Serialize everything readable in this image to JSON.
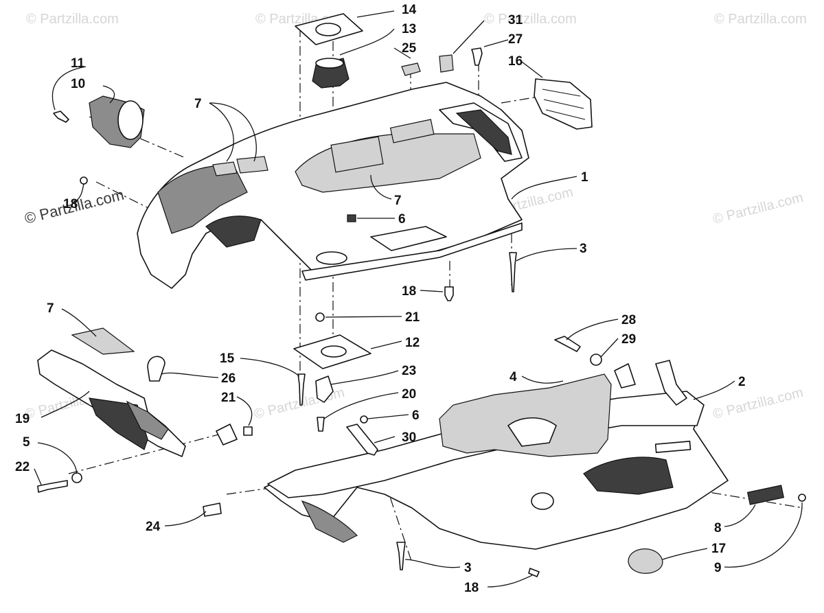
{
  "watermark_text": "© Partzilla.com",
  "watermark_repeat": "© Partzilla.com",
  "callouts": [
    {
      "id": "c1",
      "label": "1"
    },
    {
      "id": "c2",
      "label": "2"
    },
    {
      "id": "c3a",
      "label": "3"
    },
    {
      "id": "c3b",
      "label": "3"
    },
    {
      "id": "c4",
      "label": "4"
    },
    {
      "id": "c5",
      "label": "5"
    },
    {
      "id": "c6a",
      "label": "6"
    },
    {
      "id": "c6b",
      "label": "6"
    },
    {
      "id": "c7a",
      "label": "7"
    },
    {
      "id": "c7b",
      "label": "7"
    },
    {
      "id": "c7c",
      "label": "7"
    },
    {
      "id": "c8",
      "label": "8"
    },
    {
      "id": "c9",
      "label": "9"
    },
    {
      "id": "c10",
      "label": "10"
    },
    {
      "id": "c11",
      "label": "11"
    },
    {
      "id": "c12",
      "label": "12"
    },
    {
      "id": "c13",
      "label": "13"
    },
    {
      "id": "c14",
      "label": "14"
    },
    {
      "id": "c15",
      "label": "15"
    },
    {
      "id": "c16",
      "label": "16"
    },
    {
      "id": "c17",
      "label": "17"
    },
    {
      "id": "c18a",
      "label": "18"
    },
    {
      "id": "c18b",
      "label": "18"
    },
    {
      "id": "c18c",
      "label": "18"
    },
    {
      "id": "c19",
      "label": "19"
    },
    {
      "id": "c20",
      "label": "20"
    },
    {
      "id": "c21a",
      "label": "21"
    },
    {
      "id": "c21b",
      "label": "21"
    },
    {
      "id": "c22",
      "label": "22"
    },
    {
      "id": "c23",
      "label": "23"
    },
    {
      "id": "c24",
      "label": "24"
    },
    {
      "id": "c25",
      "label": "25"
    },
    {
      "id": "c26",
      "label": "26"
    },
    {
      "id": "c27",
      "label": "27"
    },
    {
      "id": "c28",
      "label": "28"
    },
    {
      "id": "c29",
      "label": "29"
    },
    {
      "id": "c30",
      "label": "30"
    },
    {
      "id": "c31",
      "label": "31"
    }
  ]
}
